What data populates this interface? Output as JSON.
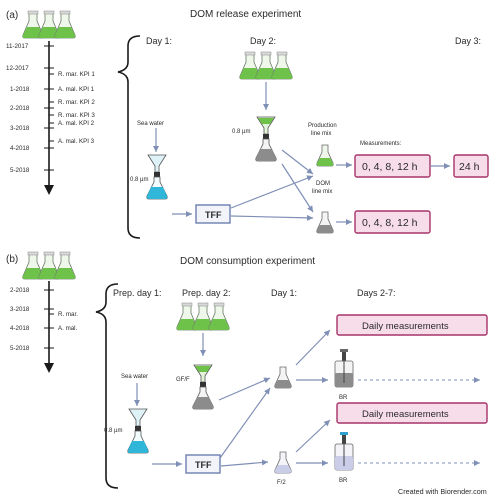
{
  "panel_a": {
    "label": "(a)",
    "title": "DOM release experiment",
    "day_labels": [
      "Day 1:",
      "Day 2:",
      "Day 3:"
    ],
    "timeline": [
      "11-2017",
      "12-2017",
      "1-2018",
      "2-2018",
      "3-2018",
      "4-2018",
      "5-2018"
    ],
    "events": [
      "R. mar. KPI 1",
      "A. mal. KPI 1",
      "R. mar. KPI 2",
      "R. mar. KPI 3",
      "A. mal. KPI 2",
      "A. mal. KPI 3"
    ],
    "sea_water": "Sea water",
    "filter_1": "0.8 µm",
    "filter_2": "0.8 µm",
    "tff": "TFF",
    "production_line": [
      "Production",
      "line mix"
    ],
    "dom_line": [
      "DOM",
      "line mix"
    ],
    "measurements_label": "Measurements:",
    "measure_1": "0, 4, 8, 12 h",
    "measure_2": "24 h",
    "measure_3": "0, 4, 8, 12 h"
  },
  "panel_b": {
    "label": "(b)",
    "title": "DOM consumption experiment",
    "day_labels": [
      "Prep. day 1:",
      "Prep. day 2:",
      "Day 1:",
      "Days 2-7:"
    ],
    "timeline": [
      "2-2018",
      "3-2018",
      "4-2018",
      "5-2018"
    ],
    "events": [
      "R. mar.",
      "A. mal."
    ],
    "sea_water": "Sea water",
    "filter_1": "0.8 µm",
    "filter_2": "GF/F",
    "tff": "TFF",
    "medium": "F/2",
    "br_1": "BR",
    "br_2": "BR",
    "daily_1": "Daily measurements",
    "daily_2": "Daily measurements"
  },
  "credit": "Created with Biorender.com",
  "colors": {
    "arrow": "#7f8fb5",
    "measurement_box_fill": "#f7dcea",
    "measurement_box_border": "#a5346a",
    "culture_green": "#6ec24a",
    "seawater_blue": "#2fb6d8",
    "grey_liquid": "#8c8c8c"
  },
  "icons": [
    "culture-flasks-icon",
    "funnel-icon",
    "erlenmeyer-flask-icon",
    "bioreactor-icon",
    "timeline-arrow-icon"
  ]
}
